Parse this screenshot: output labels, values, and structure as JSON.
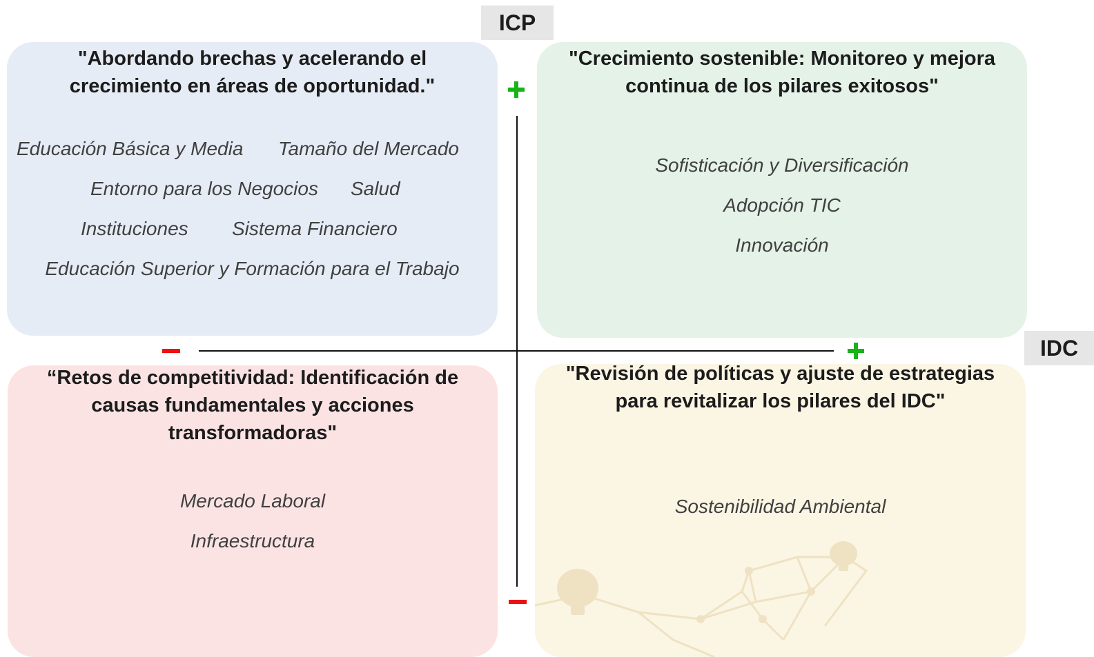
{
  "axes": {
    "y_label": "ICP",
    "x_label": "IDC"
  },
  "quadrants": {
    "top_left": {
      "title_line1": "\"Abordando brechas y acelerando el",
      "title_line2": "crecimiento en áreas de oportunidad.\"",
      "items": [
        "Educación Básica y Media",
        "Tamaño del Mercado",
        "Entorno para los Negocios",
        "Salud",
        "Instituciones",
        "Sistema Financiero",
        "Educación Superior y Formación para el Trabajo"
      ]
    },
    "top_right": {
      "title_line1": "\"Crecimiento sostenible: Monitoreo y mejora",
      "title_line2": "continua de los pilares exitosos\"",
      "items": [
        "Sofisticación y Diversificación",
        "Adopción TIC",
        "Innovación"
      ]
    },
    "bottom_left": {
      "title_line1": "“Retos de competitividad: Identificación de",
      "title_line2": "causas fundamentales y acciones",
      "title_line3": "transformadoras\"",
      "items": [
        "Mercado Laboral",
        "Infraestructura"
      ]
    },
    "bottom_right": {
      "title_line1": "\"Revisión de políticas y ajuste de estrategias",
      "title_line2": "para revitalizar los pilares del IDC\"",
      "items": [
        "Sostenibilidad Ambiental"
      ]
    }
  },
  "colors": {
    "top_left_bg": "#e6ecf5",
    "top_right_bg": "#e5f2e8",
    "bottom_left_bg": "#fbe3e4",
    "bottom_right_bg": "#fbf5e4",
    "plus": "#16b416",
    "minus": "#ee1111"
  }
}
